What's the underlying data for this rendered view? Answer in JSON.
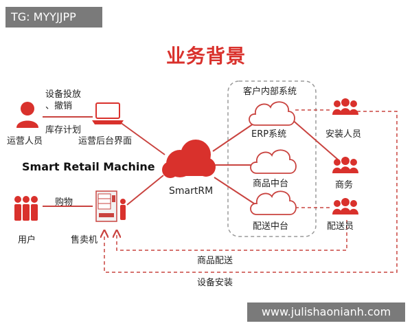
{
  "watermark": "TG: MYYJJPP",
  "website": "www.julishaonianh.com",
  "title": "业务背景",
  "machine_title": "Smart Retail Machine",
  "internal_system": {
    "label": "客户内部系统",
    "erp": "ERP系统",
    "goods_center": "商品中台",
    "delivery_center": "配送中台"
  },
  "hub": "SmartRM",
  "left": {
    "ops_person": "运营人员",
    "ops_backend": "运营后台界面",
    "device_release_line1": "设备投放",
    "device_release_line2": "、撤销",
    "inventory_plan": "库存计划",
    "user": "用户",
    "purchase": "购物",
    "vending_machine": "售卖机"
  },
  "right": {
    "installer": "安装人员",
    "business": "商务",
    "delivery_staff": "配送员"
  },
  "bottom": {
    "goods_delivery": "商品配送",
    "device_install": "设备安装"
  },
  "colors": {
    "brand_red": "#d9312c",
    "line_red": "#c9433f",
    "dash_gray": "#9a9a9a"
  }
}
